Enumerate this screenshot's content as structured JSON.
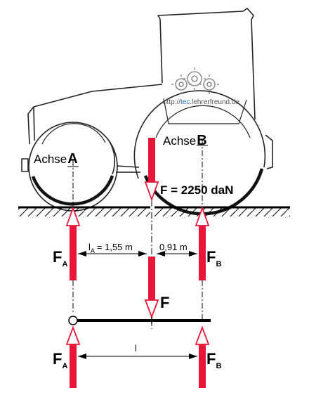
{
  "watermark": {
    "prefix": "http://",
    "highlight": "tec",
    "suffix": ".lehrerfreund.de",
    "highlight_color": "#1a6fd0"
  },
  "axles": {
    "a": {
      "word": "Achse",
      "letter": "A"
    },
    "b": {
      "word": "Achse",
      "letter": "B"
    }
  },
  "load": {
    "label": "F = 2250 daN"
  },
  "forces": {
    "fa_main": "F",
    "fa_sub": "A",
    "fb_main": "F",
    "fb_sub": "B",
    "f_main": "F"
  },
  "dimensions": {
    "la_main": "l",
    "la_sub": "A",
    "la_value": "= 1,55 m",
    "lb_value": "0,91 m",
    "l_total": "l"
  },
  "colors": {
    "force_red": "#e8173a",
    "force_outline": "#e8173a",
    "line": "#000000"
  }
}
